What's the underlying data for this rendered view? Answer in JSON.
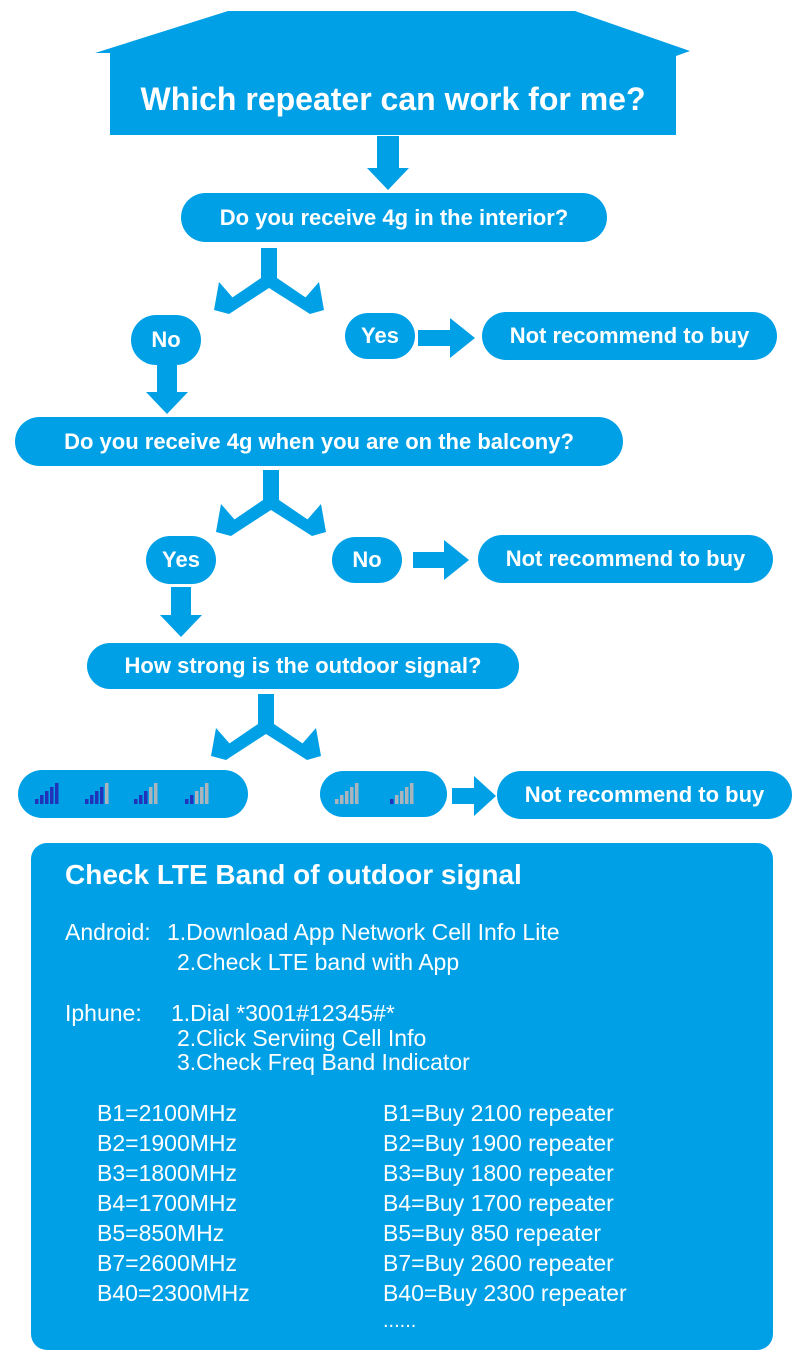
{
  "title": "Which repeater can work for me?",
  "q1": "Do you receive 4g in the interior?",
  "q1_no": "No",
  "q1_yes": "Yes",
  "q1_result": "Not recommend to buy",
  "q2": "Do you receive 4g when you are on the balcony?",
  "q2_yes": "Yes",
  "q2_no": "No",
  "q2_result": "Not recommend to buy",
  "q3": "How strong is the outdoor signal?",
  "strong_signals": [
    {
      "level": 5
    },
    {
      "level": 4
    },
    {
      "level": 3
    },
    {
      "level": 2
    }
  ],
  "weak_signals": [
    {
      "level": 0
    },
    {
      "level": 1
    }
  ],
  "q3_result": "Not recommend to buy",
  "panel": {
    "heading": "Check LTE Band of outdoor signal",
    "android_label": "Android:",
    "android_step1": "1.Download App Network Cell Info Lite",
    "android_step2": "2.Check LTE band with App",
    "iphone_label": "Iphune:",
    "iphone_step1": "1.Dial *3001#12345#*",
    "iphone_step2": "2.Click Serviing Cell Info",
    "iphone_step3": "3.Check Freq Band Indicator",
    "bands": [
      {
        "band": "B1=2100MHz",
        "buy": "B1=Buy 2100 repeater"
      },
      {
        "band": "B2=1900MHz",
        "buy": "B2=Buy 1900 repeater"
      },
      {
        "band": "B3=1800MHz",
        "buy": "B3=Buy 1800 repeater"
      },
      {
        "band": "B4=1700MHz",
        "buy": "B4=Buy 1700 repeater"
      },
      {
        "band": "B5=850MHz",
        "buy": "B5=Buy 850 repeater"
      },
      {
        "band": "B7=2600MHz",
        "buy": "B7=Buy 2600 repeater"
      },
      {
        "band": "B40=2300MHz",
        "buy": "B40=Buy 2300 repeater"
      }
    ],
    "ellipsis": "......"
  },
  "colors": {
    "primary": "#00a0e6",
    "signal_on": "#2233bb",
    "signal_off": "#a9b4bc"
  }
}
